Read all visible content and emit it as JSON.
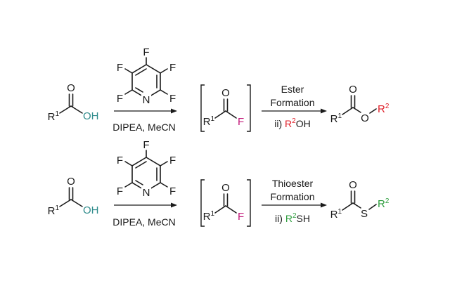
{
  "colors": {
    "black": "#1a1a1a",
    "teal": "#2e8b8b",
    "magenta": "#c2187a",
    "red": "#e0202a",
    "green": "#2e9e3e"
  },
  "atoms": {
    "O": "O",
    "OH": "OH",
    "F": "F",
    "N": "N",
    "S": "S",
    "R": "R",
    "sup1": "1",
    "sup2": "2"
  },
  "reactions": [
    {
      "reagent_conditions": "DIPEA, MeCN",
      "step_title_1": "Ester",
      "step_title_2": "Formation",
      "step_prefix": "ii) ",
      "nucleophile_r": "R",
      "nucleophile_tail": "OH",
      "nucleophile_color": "red"
    },
    {
      "reagent_conditions": "DIPEA, MeCN",
      "step_title_1": "Thioester",
      "step_title_2": "Formation",
      "step_prefix": "ii) ",
      "nucleophile_r": "R",
      "nucleophile_tail": "SH",
      "nucleophile_color": "green"
    }
  ]
}
